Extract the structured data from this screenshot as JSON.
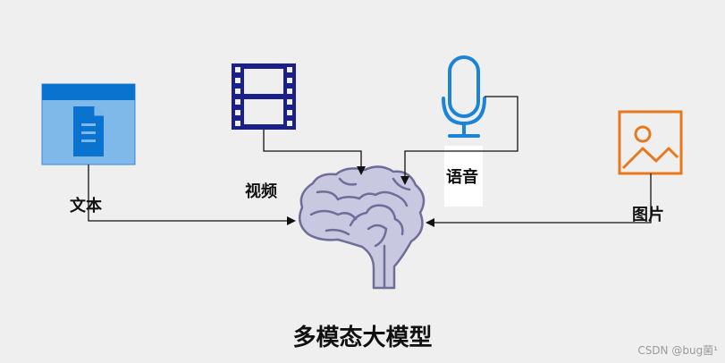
{
  "labels": {
    "text": "文本",
    "video": "视频",
    "audio": "语音",
    "image": "图片"
  },
  "title": "多模态大模型",
  "watermark": "CSDN @bug菌¹",
  "icons": {
    "text": "document-icon",
    "video": "film-strip-icon",
    "audio": "microphone-icon",
    "image": "image-icon",
    "center": "brain-icon"
  },
  "colors": {
    "background": "#efefef",
    "document_header": "#0a73cf",
    "document_body": "#7fb9ea",
    "film": "#1a1f8c",
    "microphone": "#1b84d8",
    "image_icon": "#e8781e",
    "brain_fill": "#c8c8e0",
    "brain_stroke": "#6e6e98",
    "arrow": "#111111"
  }
}
